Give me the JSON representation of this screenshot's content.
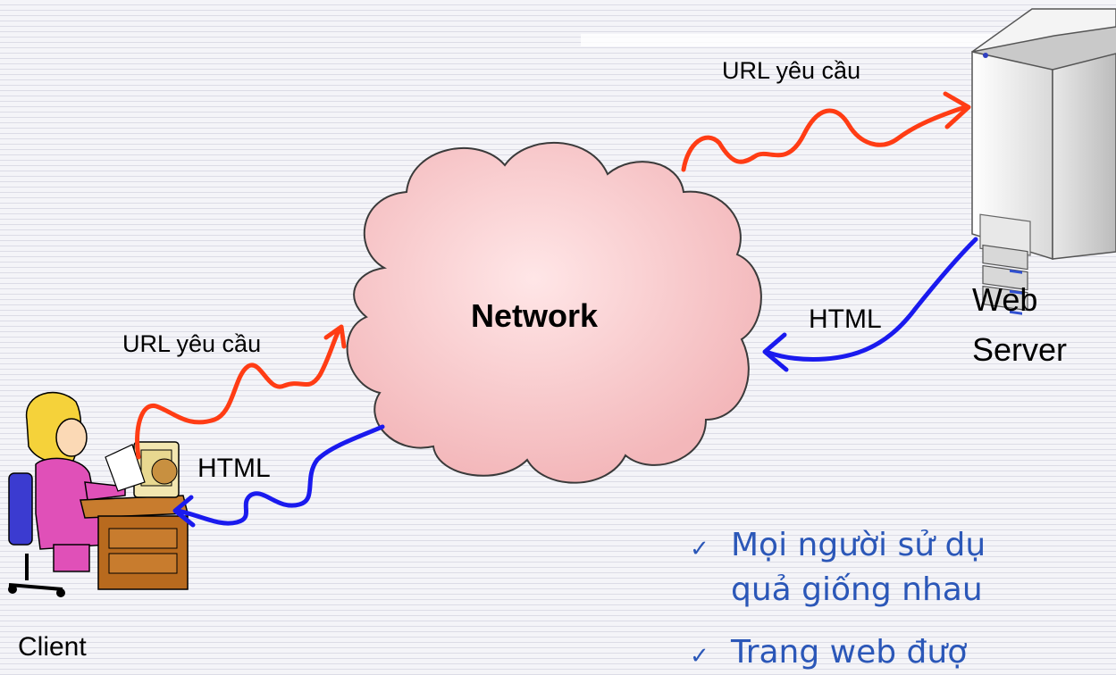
{
  "diagram": {
    "network_label": "Network",
    "server_label_line1": "Web",
    "server_label_line2": "Server",
    "client_label": "Client",
    "request_top_label": "URL yêu cầu",
    "request_left_label": "URL yêu cầu",
    "response_right_label": "HTML",
    "response_left_label": "HTML",
    "colors": {
      "request_arrow": "#ff3c14",
      "response_arrow": "#1a1aee",
      "cloud_fill": "#f8c6c8",
      "bullet_text": "#2b57b8"
    }
  },
  "bullets": [
    {
      "check": "✓",
      "line1": "Mọi người sử dụ",
      "line2": "quả giống nhau"
    },
    {
      "check": "✓",
      "line1": "Trang web đượ"
    }
  ]
}
